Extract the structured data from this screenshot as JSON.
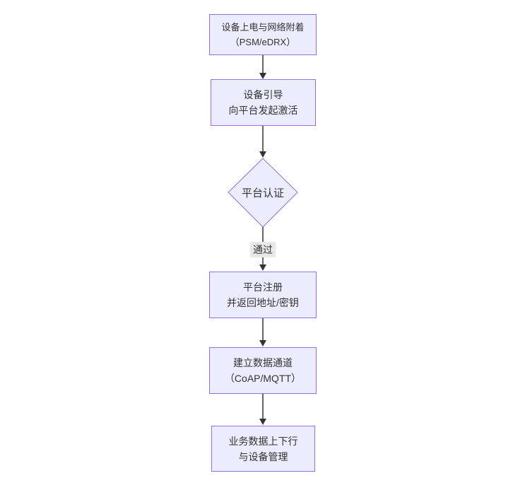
{
  "diagram": {
    "type": "flowchart-top-down",
    "nodes": [
      {
        "id": "power-attach",
        "shape": "rect",
        "lines": [
          "设备上电与网络附着",
          "（PSM/eDRX）"
        ]
      },
      {
        "id": "bootstrap",
        "shape": "rect",
        "lines": [
          "设备引导",
          "向平台发起激活"
        ]
      },
      {
        "id": "platform-auth",
        "shape": "diamond",
        "lines": [
          "平台认证"
        ]
      },
      {
        "id": "platform-register",
        "shape": "rect",
        "lines": [
          "平台注册",
          "并返回地址/密钥"
        ]
      },
      {
        "id": "data-channel",
        "shape": "rect",
        "lines": [
          "建立数据通道",
          "（CoAP/MQTT）"
        ]
      },
      {
        "id": "business-data",
        "shape": "rect",
        "lines": [
          "业务数据上下行",
          "与设备管理"
        ]
      }
    ],
    "edges": [
      {
        "from": "power-attach",
        "to": "bootstrap",
        "label": ""
      },
      {
        "from": "bootstrap",
        "to": "platform-auth",
        "label": ""
      },
      {
        "from": "platform-auth",
        "to": "platform-register",
        "label": "通过"
      },
      {
        "from": "platform-register",
        "to": "data-channel",
        "label": ""
      },
      {
        "from": "data-channel",
        "to": "business-data",
        "label": ""
      }
    ],
    "colors": {
      "canvas_bg": "#ffffff",
      "node_fill": "#ECECFF",
      "node_border": "#9370DB",
      "arrow": "#333333",
      "label_bg": "#e8e8e8",
      "text": "#333333"
    }
  }
}
